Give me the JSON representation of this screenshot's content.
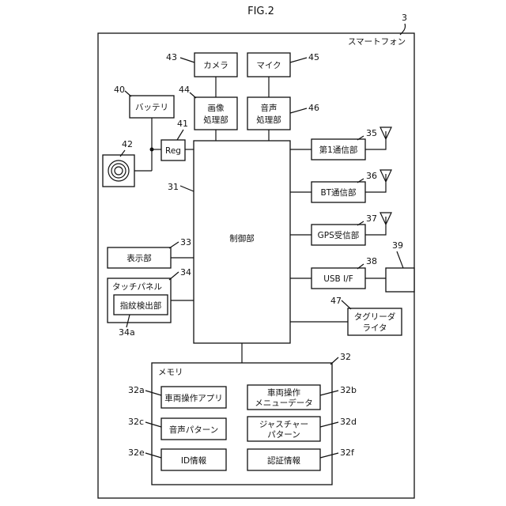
{
  "figure": {
    "title": "FIG.2"
  },
  "device": {
    "label": "スマートフォン",
    "ref": "3"
  },
  "components": {
    "camera": {
      "label": "カメラ",
      "ref": "43"
    },
    "mic": {
      "label": "マイク",
      "ref": "45"
    },
    "image_processing": {
      "label_line1": "画像",
      "label_line2": "処理部",
      "ref": "44"
    },
    "audio_processing": {
      "label_line1": "音声",
      "label_line2": "処理部",
      "ref": "46"
    },
    "battery": {
      "label": "バッテリ",
      "ref": "40"
    },
    "regulator": {
      "label": "Reg",
      "ref": "41"
    },
    "charging_coil": {
      "ref": "42"
    },
    "controller": {
      "label": "制御部",
      "ref": "31"
    },
    "comm1": {
      "label": "第1通信部",
      "ref": "35"
    },
    "bt": {
      "label": "BT通信部",
      "ref": "36"
    },
    "gps": {
      "label": "GPS受信部",
      "ref": "37"
    },
    "usb": {
      "label": "USB I/F",
      "ref": "38"
    },
    "usb_connector": {
      "ref": "39"
    },
    "display": {
      "label": "表示部",
      "ref": "33"
    },
    "touch_panel": {
      "label": "タッチパネル",
      "ref": "34"
    },
    "fingerprint": {
      "label": "指紋検出部",
      "ref": "34a"
    },
    "tag_rw": {
      "label_line1": "タグリーダ",
      "label_line2": "ライタ",
      "ref": "47"
    },
    "memory": {
      "label": "メモリ",
      "ref": "32",
      "items": [
        {
          "label": "車両操作アプリ",
          "ref": "32a"
        },
        {
          "label_line1": "車両操作",
          "label_line2": "メニューデータ",
          "ref": "32b"
        },
        {
          "label": "音声パターン",
          "ref": "32c"
        },
        {
          "label_line1": "ジャスチャー",
          "label_line2": "パターン",
          "ref": "32d"
        },
        {
          "label": "ID情報",
          "ref": "32e"
        },
        {
          "label": "認証情報",
          "ref": "32f"
        }
      ]
    }
  }
}
